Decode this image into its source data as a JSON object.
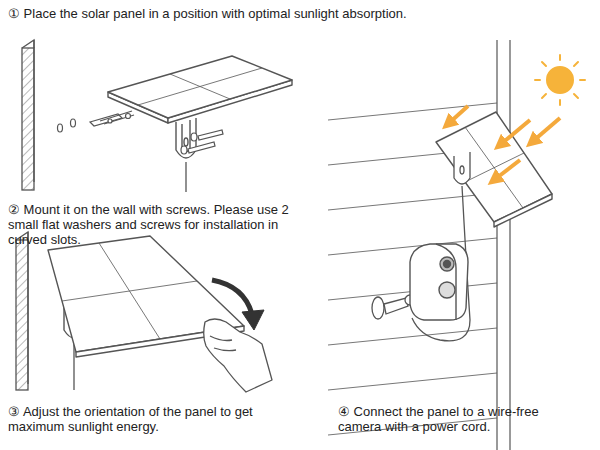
{
  "diagram": {
    "labels": [
      "① Place the solar panel in a position with optimal sunlight absorption.",
      "② Mount it on the wall with screws. Please use 2 small flat washers and screws for installation in curved slots.",
      "③ Adjust the orientation of the panel to get maximum sunlight energy.",
      "④ Connect the panel to a wire-free camera with a power cord."
    ]
  }
}
